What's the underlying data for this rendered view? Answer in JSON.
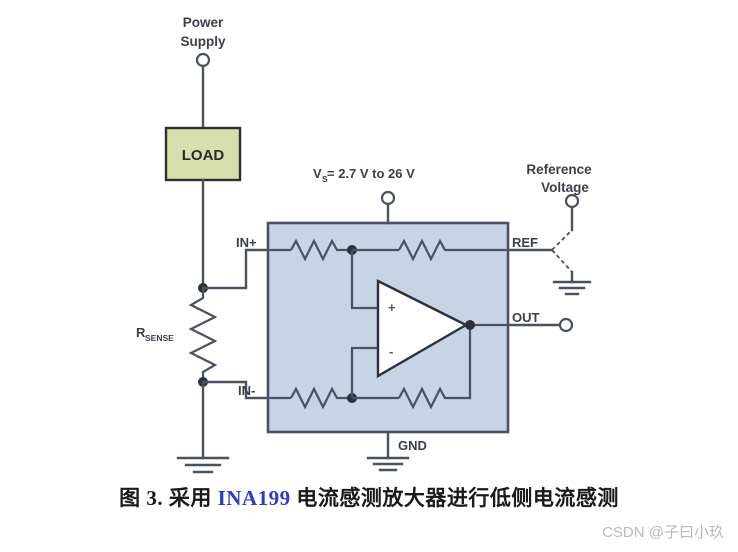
{
  "figure": {
    "title_prefix": "图 3. 采用 ",
    "chip_name": "INA199",
    "title_suffix": " 电流感测放大器进行低侧电流感测"
  },
  "watermark": {
    "text": "CSDN @子曰小玖"
  },
  "labels": {
    "power_supply_line1": "Power",
    "power_supply_line2": "Supply",
    "load": "LOAD",
    "rsense_main": "R",
    "rsense_sub": "SENSE",
    "vs_supply": "V",
    "vs_sub": "S",
    "vs_range": " = 2.7 V to 26 V",
    "reference_line1": "Reference",
    "reference_line2": "Voltage",
    "pin_in_plus": "IN+",
    "pin_in_minus": "IN-",
    "pin_ref": "REF",
    "pin_out": "OUT",
    "pin_gnd": "GND",
    "opamp_plus": "+",
    "opamp_minus": "-"
  },
  "colors": {
    "ic_fill": "#c6d4e6",
    "ic_stroke": "#4a5160",
    "load_fill": "#d7e0ad",
    "load_stroke": "#2f2f2f",
    "wire": "#4a5160",
    "label_text": "#3a3f4a",
    "chip_accent": "#2c3bcc",
    "watermark": "#b9b9b9",
    "background": "#ffffff"
  }
}
